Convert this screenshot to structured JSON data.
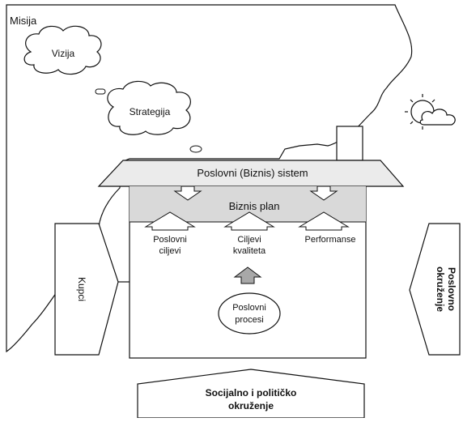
{
  "labels": {
    "misija": "Misija",
    "vizija": "Vizija",
    "strategija": "Strategija",
    "roof": "Poslovni (Biznis) sistem",
    "plan": "Biznis plan",
    "ciljevi_line1": "Poslovni",
    "ciljevi_line2": "ciljevi",
    "kvalitet_line1": "Ciljevi",
    "kvalitet_line2": "kvaliteta",
    "performanse": "Performanse",
    "procesi_line1": "Poslovni",
    "procesi_line2": "procesi",
    "kupci": "Kupci",
    "okruzenje_line1": "Poslovno",
    "okruzenje_line2": "okruženje",
    "socijalno_line1": "Socijalno i političko",
    "socijalno_line2": "okruženje"
  },
  "icons": {
    "weather": "sun-cloud-icon",
    "chimney": "chimney-icon"
  },
  "colors": {
    "roof_fill": "#ebebeb",
    "plan_fill": "#d9d9d9",
    "up_arrow_fill": "#a8a8a8",
    "line": "#111111"
  }
}
